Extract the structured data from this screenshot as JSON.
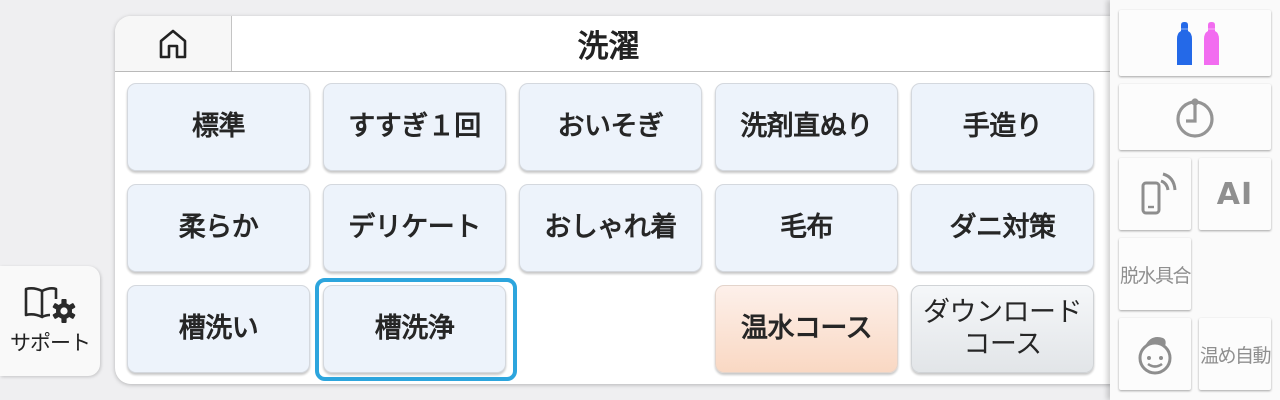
{
  "support": {
    "label": "サポート",
    "icon": "manual-gear-icon"
  },
  "header": {
    "title": "洗濯",
    "home_icon": "home-icon"
  },
  "courses": [
    {
      "label": "標準",
      "style": "normal"
    },
    {
      "label": "すすぎ１回",
      "style": "normal"
    },
    {
      "label": "おいそぎ",
      "style": "normal"
    },
    {
      "label": "洗剤直ぬり",
      "style": "normal"
    },
    {
      "label": "手造り",
      "style": "normal"
    },
    {
      "label": "柔らか",
      "style": "normal"
    },
    {
      "label": "デリケート",
      "style": "normal"
    },
    {
      "label": "おしゃれ着",
      "style": "normal"
    },
    {
      "label": "毛布",
      "style": "normal"
    },
    {
      "label": "ダニ対策",
      "style": "normal"
    },
    {
      "label": "槽洗い",
      "style": "normal"
    },
    {
      "label": "槽洗浄",
      "style": "normal",
      "selected": true
    },
    {
      "label": "温水コース",
      "style": "warm"
    },
    {
      "label_line1": "ダウンロード",
      "label_line2": "コース",
      "style": "gray"
    }
  ],
  "colors": {
    "button_bg": "#edf3fb",
    "selected_border": "#2da5dd",
    "warm_button": "#f9d8c3",
    "detergent_blue": "#2469e8",
    "softener_pink": "#f26cf0",
    "icon_gray": "#8e8e8e"
  },
  "side_panel": {
    "detergent_icon": "detergent-bottles-icon",
    "timer_icon": "timer-icon",
    "remote_icon": "smartphone-remote-icon",
    "ai_label": "AI",
    "spin_label": "脱水具合",
    "kids_icon": "child-face-icon",
    "warm_auto_label": "温め自動"
  }
}
